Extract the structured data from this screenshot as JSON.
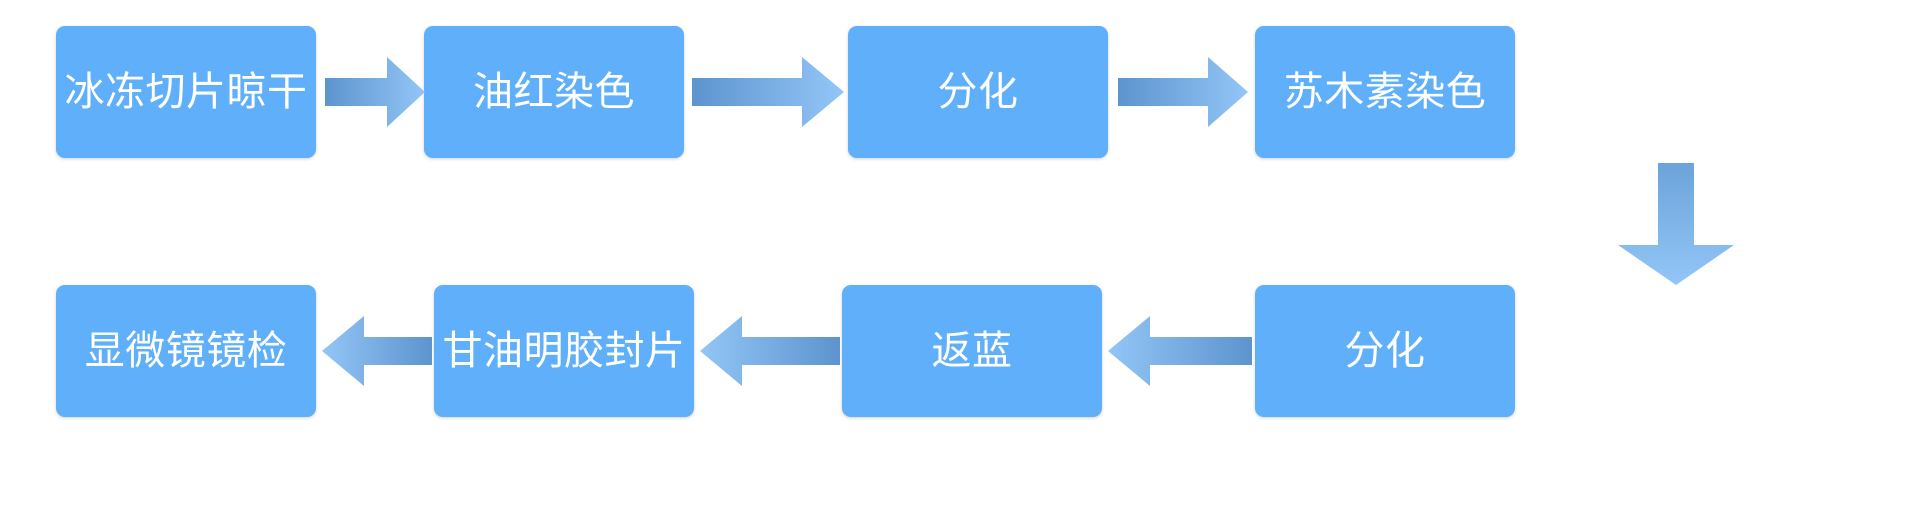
{
  "diagram": {
    "title": "",
    "background_color": "#FFFFFF",
    "node_color": "#5FAFFA",
    "node_text_color": "#FFFFFF",
    "arrow_color_start": "#6FA8DC",
    "arrow_color_end": "#8FC4F5",
    "nodes": [
      {
        "id": "n1",
        "label": "冰冻切片晾干",
        "row": "top",
        "order": 1
      },
      {
        "id": "n2",
        "label": "油红染色",
        "row": "top",
        "order": 2
      },
      {
        "id": "n3",
        "label": "分化",
        "row": "top",
        "order": 3
      },
      {
        "id": "n4",
        "label": "苏木素染色",
        "row": "top",
        "order": 4
      },
      {
        "id": "n5",
        "label": "分化",
        "row": "bottom",
        "order": 5
      },
      {
        "id": "n6",
        "label": "返蓝",
        "row": "bottom",
        "order": 6
      },
      {
        "id": "n7",
        "label": "甘油明胶封片",
        "row": "bottom",
        "order": 7
      },
      {
        "id": "n8",
        "label": "显微镜镜检",
        "row": "bottom",
        "order": 8
      }
    ],
    "edges": [
      {
        "from": "n1",
        "to": "n2",
        "direction": "right"
      },
      {
        "from": "n2",
        "to": "n3",
        "direction": "right"
      },
      {
        "from": "n3",
        "to": "n4",
        "direction": "right"
      },
      {
        "from": "n4",
        "to": "n5",
        "direction": "down"
      },
      {
        "from": "n5",
        "to": "n6",
        "direction": "left"
      },
      {
        "from": "n6",
        "to": "n7",
        "direction": "left"
      },
      {
        "from": "n7",
        "to": "n8",
        "direction": "left"
      }
    ]
  }
}
